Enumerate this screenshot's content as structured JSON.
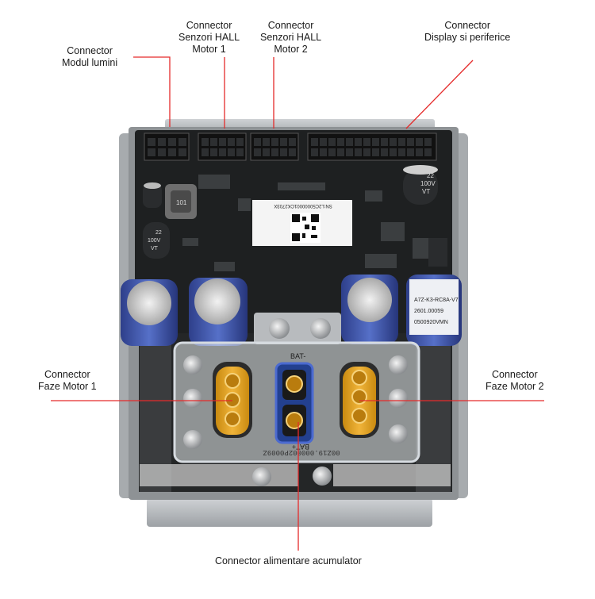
{
  "labels": {
    "modul_lumini": [
      "Connector",
      "Modul lumini"
    ],
    "hall_motor1": [
      "Connector",
      "Senzori HALL",
      "Motor 1"
    ],
    "hall_motor2": [
      "Connector",
      "Senzori HALL",
      "Motor 2"
    ],
    "display": [
      "Connector",
      "Display si periferice"
    ],
    "faze_motor1": [
      "Connector",
      "Faze Motor 1"
    ],
    "faze_motor2": [
      "Connector",
      "Faze Motor 2"
    ],
    "acumulator": [
      "Connector alimentare acumulator"
    ]
  },
  "board_text": {
    "sn": "SN:L2C50000001CK2703X",
    "bat_minus": "BAT-",
    "bat_plus": "BAT+",
    "cap_top_right": [
      "22",
      "100V",
      "VT"
    ],
    "cap_left": [
      "22",
      "100V",
      "VT"
    ],
    "inductor": "101",
    "cap_label_1": "A7Z-K3-RC8A-V7",
    "cap_label_2": "2601.00059",
    "cap_label_3": "0500920VMN",
    "bottom_code": "00Z19.000002P0009Z"
  },
  "colors": {
    "accent_line": "#e52b2b",
    "pcb": "#1e2021",
    "frame": "#b9bcbf",
    "xt_connector": "#e0a11a",
    "bat_connector": "#2b4db3",
    "capacitor": "#3a4fa0"
  }
}
